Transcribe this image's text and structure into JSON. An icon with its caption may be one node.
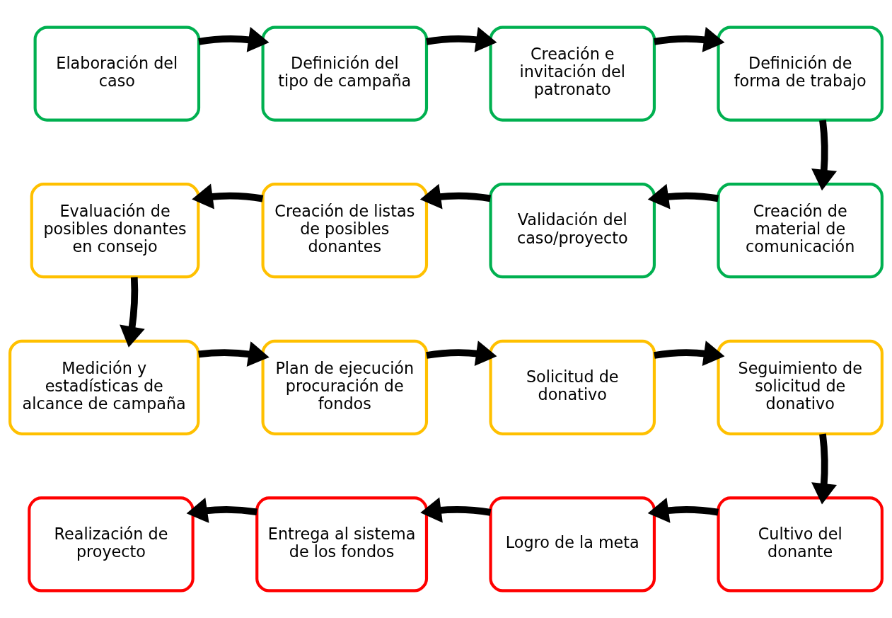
{
  "diagram": {
    "nodes": [
      {
        "text": [
          "Elaboración del caso"
        ]
      },
      {
        "text": [
          "Definición del tipo de campaña"
        ]
      },
      {
        "text": [
          "Creación e invitación del patronato"
        ]
      },
      {
        "text": [
          "Definición de forma de trabajo"
        ]
      },
      {
        "text": [
          "Evaluación de posibles donantes en consejo"
        ]
      },
      {
        "text": [
          "Creación de listas de posibles donantes"
        ]
      },
      {
        "text": [
          "Validación del caso/proyecto"
        ]
      },
      {
        "text": [
          "Creación de material de comunicación"
        ]
      },
      {
        "text": [
          "Medición y estadísticas de alcance de campaña"
        ]
      },
      {
        "text": [
          "Plan de ejecución procuración de fondos"
        ]
      },
      {
        "text": [
          "Solicitud de donativo"
        ]
      },
      {
        "text": [
          "Seguimiento de solicitud de donativo"
        ]
      },
      {
        "text": [
          "Realización de proyecto"
        ]
      },
      {
        "text": [
          "Entrega al sistema de los fondos"
        ]
      },
      {
        "text": [
          "Logro de la meta"
        ]
      },
      {
        "text": [
          "Cultivo del donante"
        ]
      }
    ],
    "edges": [
      {
        "from": 0,
        "to": 1,
        "arrow": "to"
      },
      {
        "from": 1,
        "to": 2,
        "arrow": "to"
      },
      {
        "from": 2,
        "to": 3,
        "arrow": "to"
      },
      {
        "from": 3,
        "to": 7,
        "arrow": "to"
      },
      {
        "from": 7,
        "to": 6,
        "arrow": "to"
      },
      {
        "from": 6,
        "to": 5,
        "arrow": "to"
      },
      {
        "from": 5,
        "to": 4,
        "arrow": "to"
      },
      {
        "from": 4,
        "to": 8,
        "arrow": "to"
      },
      {
        "from": 8,
        "to": 9,
        "arrow": "to"
      },
      {
        "from": 9,
        "to": 10,
        "arrow": "to"
      },
      {
        "from": 10,
        "to": 11,
        "arrow": "to"
      },
      {
        "from": 11,
        "to": 15,
        "arrow": "to"
      },
      {
        "from": 15,
        "to": 14,
        "arrow": "to"
      },
      {
        "from": 14,
        "to": 13,
        "arrow": "to"
      },
      {
        "from": 13,
        "to": 12,
        "arrow": "to"
      }
    ]
  }
}
